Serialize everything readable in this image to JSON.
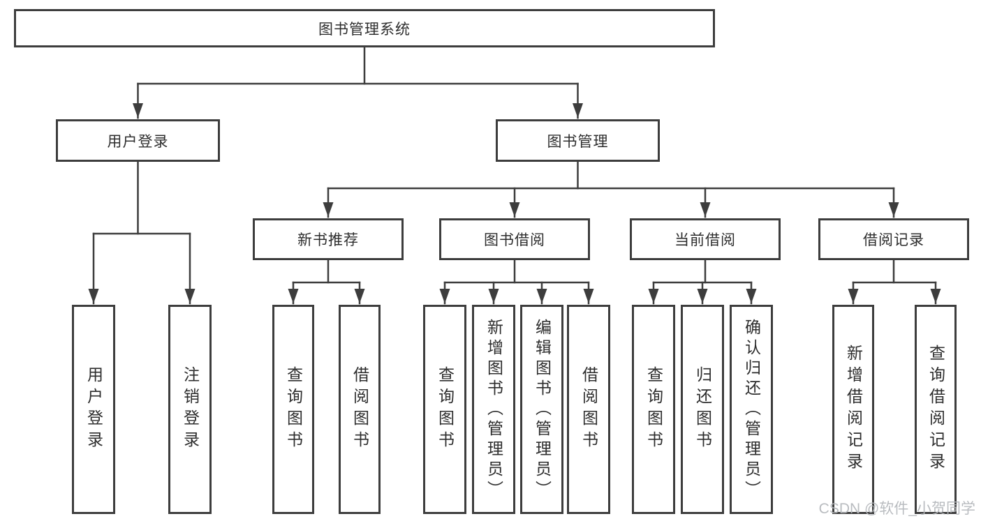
{
  "tree": {
    "root": {
      "label": "图书管理系统",
      "children": [
        {
          "label": "用户登录",
          "children": [
            {
              "label": "用户登录"
            },
            {
              "label": "注销登录"
            }
          ]
        },
        {
          "label": "图书管理",
          "children": [
            {
              "label": "新书推荐",
              "children": [
                {
                  "label": "查询图书"
                },
                {
                  "label": "借阅图书"
                }
              ]
            },
            {
              "label": "图书借阅",
              "children": [
                {
                  "label": "查询图书"
                },
                {
                  "label": "新增图书（管理员）"
                },
                {
                  "label": "编辑图书（管理员）"
                },
                {
                  "label": "借阅图书"
                }
              ]
            },
            {
              "label": "当前借阅",
              "children": [
                {
                  "label": "查询图书"
                },
                {
                  "label": "归还图书"
                },
                {
                  "label": "确认归还（管理员）"
                }
              ]
            },
            {
              "label": "借阅记录",
              "children": [
                {
                  "label": "新增借阅记录"
                },
                {
                  "label": "查询借阅记录"
                }
              ]
            }
          ]
        }
      ]
    }
  },
  "watermark": "CSDN @软件_小贺同学",
  "colors": {
    "background": "#ffffff",
    "line": "#3d3d3d",
    "text": "#2d2d2d",
    "watermark": "#b4b7bb"
  }
}
